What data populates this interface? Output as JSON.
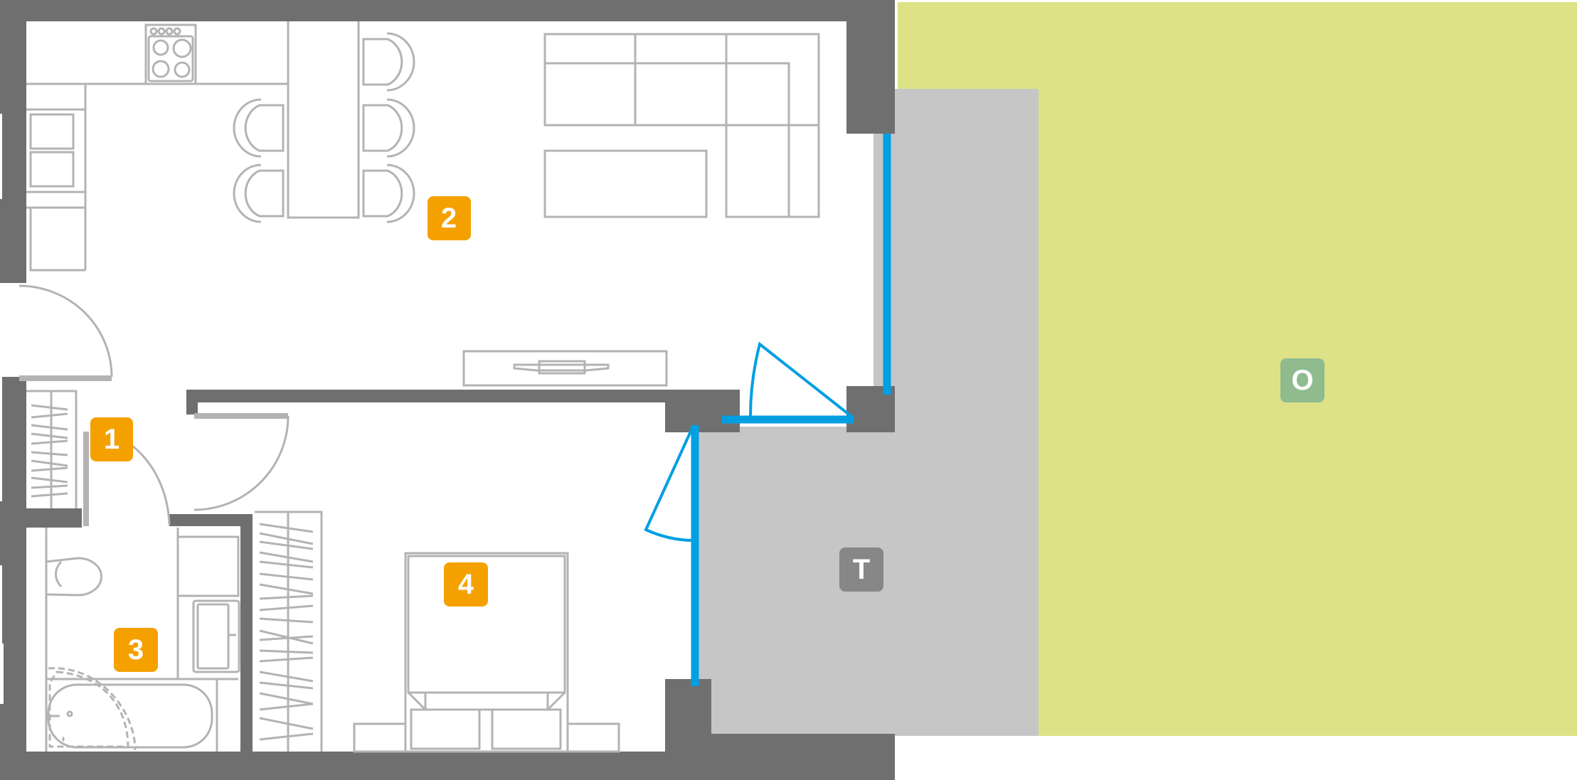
{
  "plan": {
    "rooms": [
      {
        "id": "1",
        "label": "1",
        "name": "hallway"
      },
      {
        "id": "2",
        "label": "2",
        "name": "living-kitchen"
      },
      {
        "id": "3",
        "label": "3",
        "name": "bathroom"
      },
      {
        "id": "4",
        "label": "4",
        "name": "bedroom"
      },
      {
        "id": "T",
        "label": "T",
        "name": "terrace"
      },
      {
        "id": "O",
        "label": "O",
        "name": "garden"
      }
    ]
  },
  "colors": {
    "wall": "#6f6f6f",
    "furniture": "#b3b3b3",
    "room_badge": "#f4a100",
    "terrace_badge": "#878787",
    "garden_badge": "#8fbb8f",
    "terrace_fill": "#c6c6c6",
    "garden_fill": "#dde287",
    "window": "#009fe3"
  }
}
